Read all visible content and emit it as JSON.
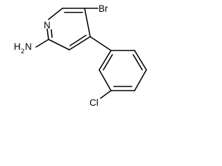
{
  "molecule": {
    "atoms": {
      "ring_nitrogen": "N",
      "bromine": "Br",
      "amine_h": "H",
      "amine_h_count": "2",
      "amine_n": "N",
      "chlorine": "Cl"
    },
    "colors": {
      "bonds": "#000000",
      "labels": "#000000",
      "background": "#ffffff"
    }
  }
}
